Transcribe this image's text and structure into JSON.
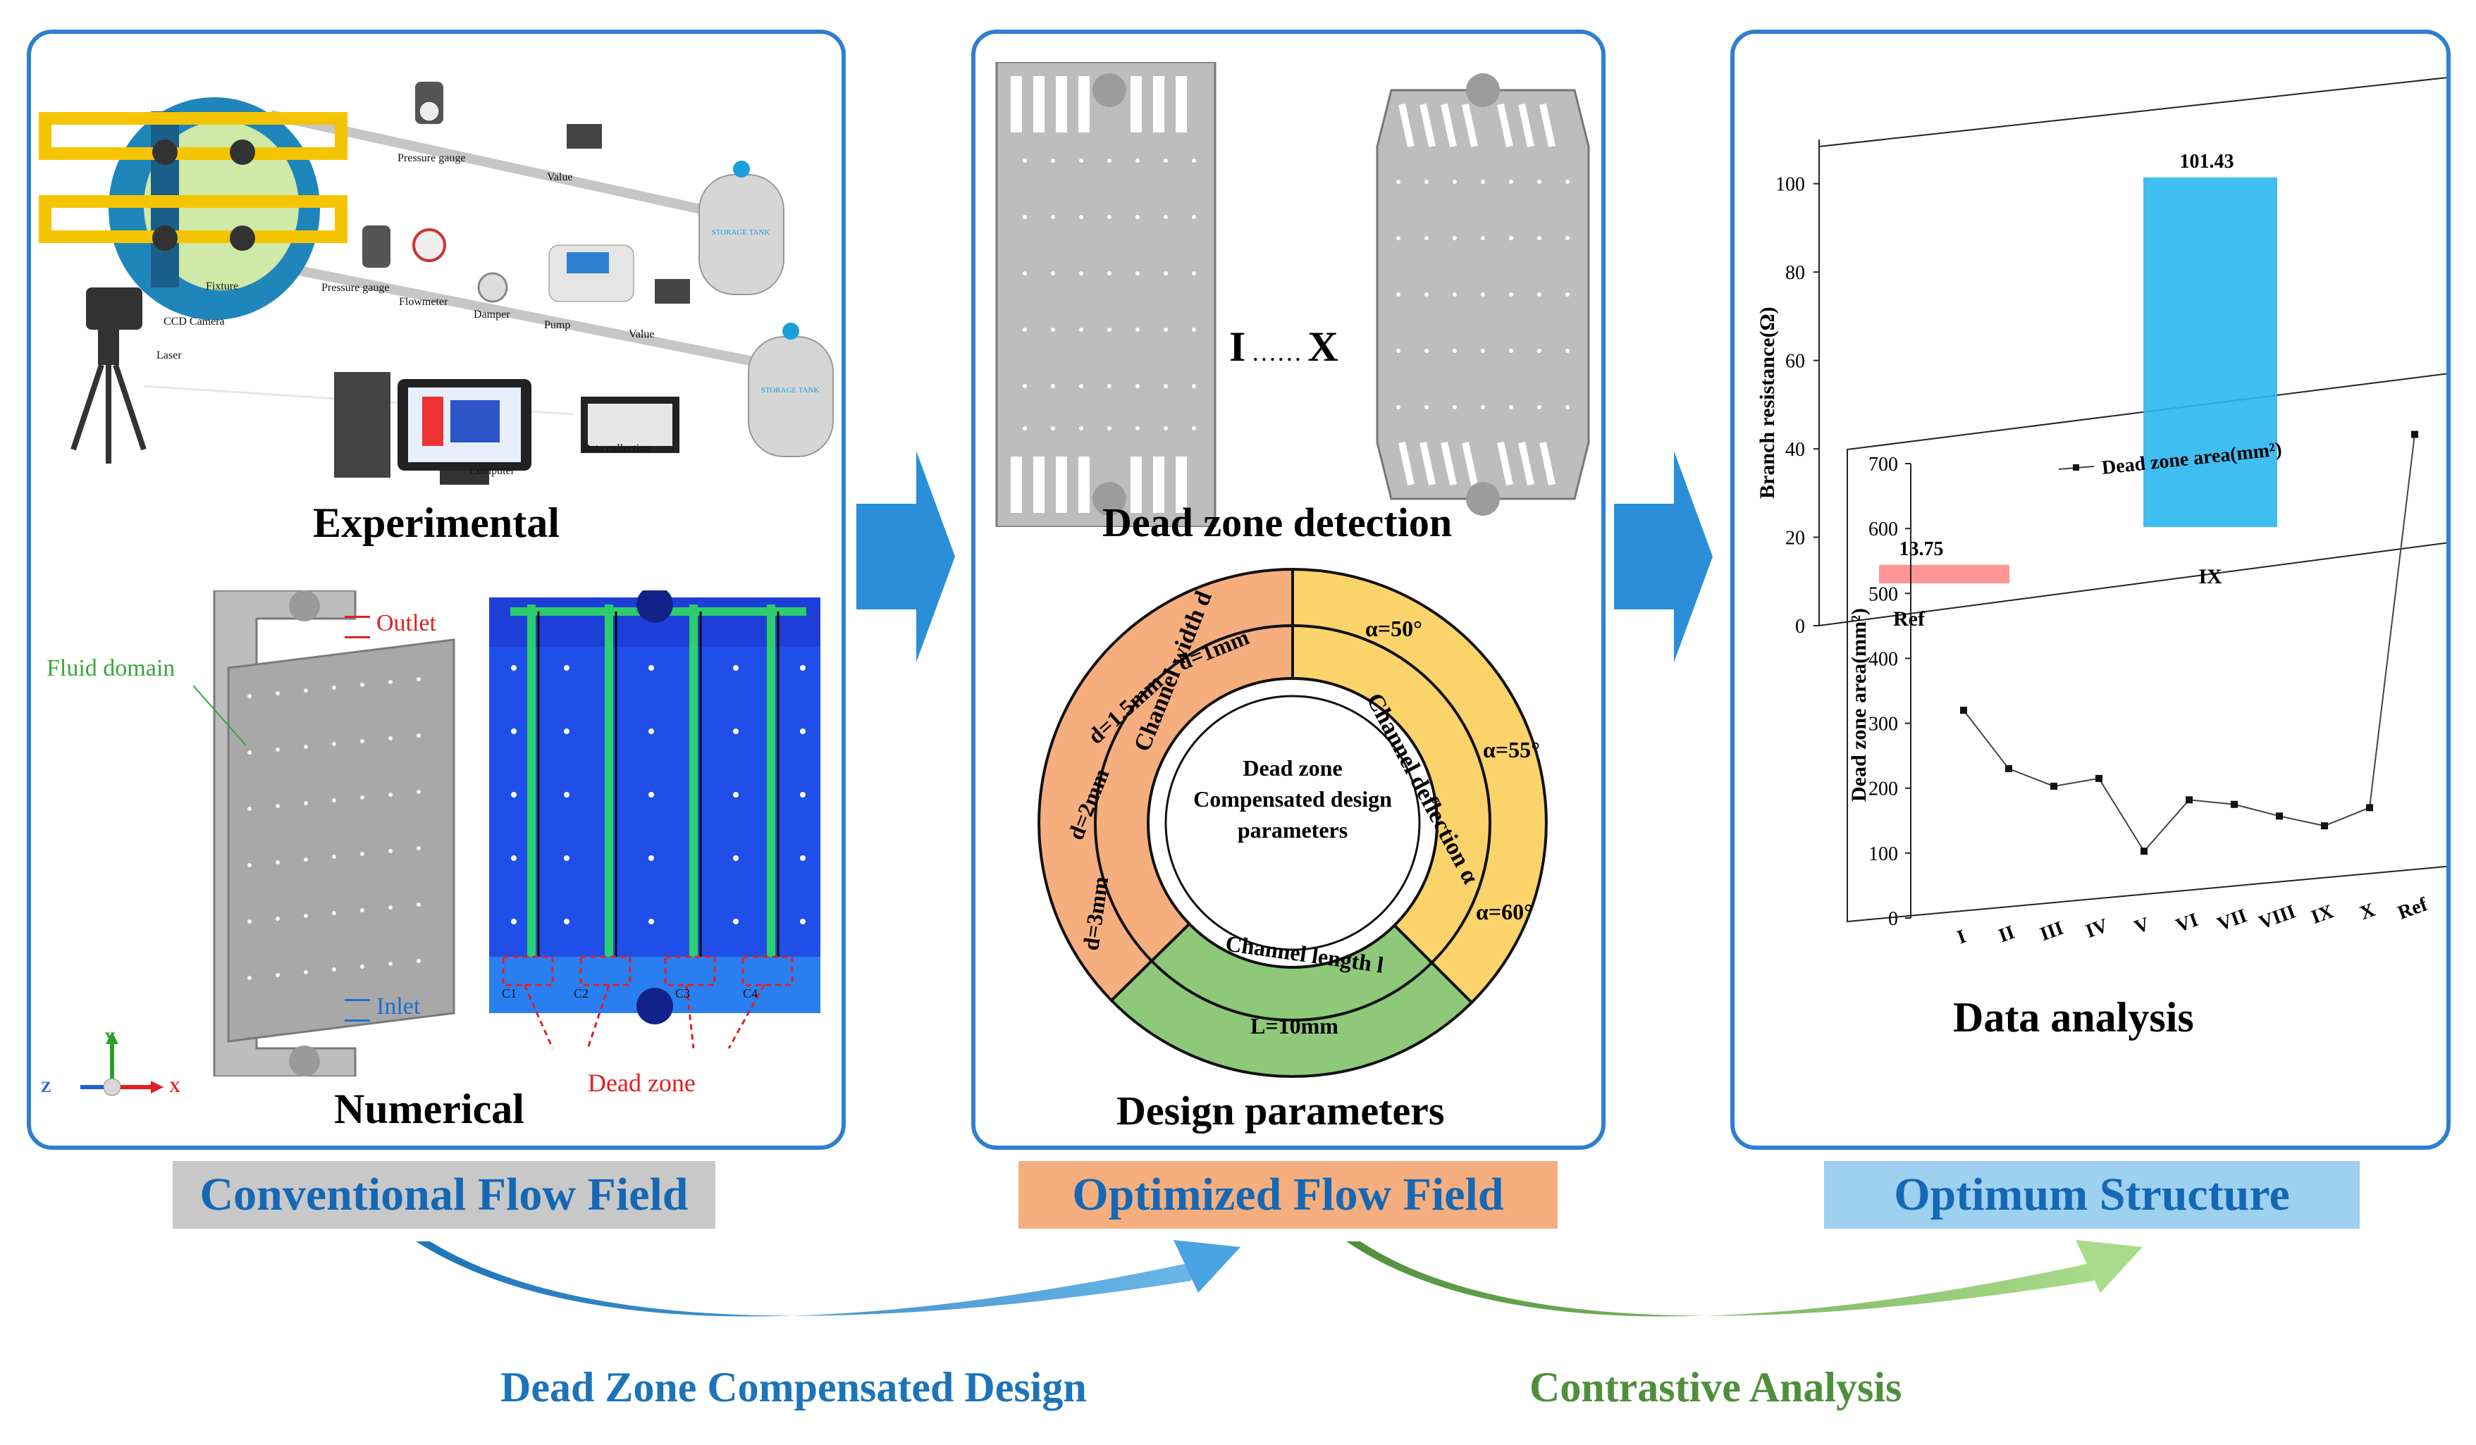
{
  "colors": {
    "panel_border": "#2f7fd0",
    "banner_conventional": "#c8c8c8",
    "banner_optimized": "#f6ae7e",
    "banner_optimum": "#9ed0ef",
    "banner_text": "#1468b5",
    "arrow_blue": "#2a8fd6",
    "ring_orange": "#f6ae7e",
    "ring_yellow": "#fbd36b",
    "ring_green": "#8ec97a",
    "bar_ref": "#ff8a8a",
    "bar_ix": "#2bb7ef",
    "curve_blue": "#1d74b8",
    "curve_green": "#5ea54a"
  },
  "panel_conventional": {
    "setup_labels": {
      "pressure_gauge_top": "Pressure gauge",
      "valve_top": "Value",
      "storage_tank_top": "STORAGE TANK",
      "fixture": "Fixture",
      "pressure_gauge_bottom": "Pressure gauge",
      "flowmeter": "Flowmeter",
      "damper": "Damper",
      "pump": "Pump",
      "valve_bottom": "Value",
      "ccd_camera": "CCD Camera",
      "laser": "Laser",
      "storage_tank_bottom": "STORAGE TANK",
      "computer": "Computer",
      "data_collection": "Data collection"
    },
    "experimental_title": "Experimental",
    "fluid_domain": "Fluid domain",
    "outlet": "Outlet",
    "inlet": "Inlet",
    "channel_labels": [
      "C1",
      "C2",
      "C3",
      "C4"
    ],
    "dead_zone": "Dead zone",
    "axes": {
      "y": "Y",
      "z": "Z",
      "x": "X"
    },
    "numerical_title": "Numerical"
  },
  "panel_optimized": {
    "range_left": "I",
    "range_dots": "……",
    "range_right": "X",
    "detection_title": "Dead zone detection",
    "center_text": [
      "Dead zone",
      "Compensated design",
      "parameters"
    ],
    "width_label": "Channel width d",
    "width_values": [
      "d=1mm",
      "d=1.5mm",
      "d=2mm",
      "d=3mm"
    ],
    "deflection_label": "Channel deflection α",
    "deflection_values": [
      "α=50°",
      "α=55°",
      "α=60°"
    ],
    "length_label": "Channel length l",
    "length_values": [
      "L=10mm"
    ],
    "design_title": "Design parameters"
  },
  "panel_optimum": {
    "title": "Data analysis"
  },
  "chart_data": {
    "type": "bar+line",
    "bar_axis": {
      "ylabel": "Branch resistance(Ω)",
      "ticks": [
        0,
        20,
        40,
        60,
        80,
        100
      ],
      "ylim": [
        0,
        110
      ],
      "categories": [
        "Ref",
        "IX"
      ],
      "values": [
        13.75,
        101.43
      ],
      "value_labels": [
        "13.75",
        "101.43"
      ]
    },
    "line_axis": {
      "ylabel": "Dead zone area(mm²)",
      "legend": "Dead zone area(mm²)",
      "ticks": [
        0,
        100,
        200,
        300,
        400,
        500,
        600,
        700
      ],
      "ylim": [
        0,
        700
      ],
      "categories": [
        "I",
        "II",
        "III",
        "IV",
        "V",
        "VI",
        "VII",
        "VIII",
        "IX",
        "X",
        "Ref"
      ],
      "values": [
        320,
        230,
        203,
        215,
        103,
        182,
        175,
        157,
        142,
        170,
        745
      ]
    }
  },
  "banners": {
    "conventional": "Conventional Flow Field",
    "optimized": "Optimized Flow Field",
    "optimum": "Optimum Structure"
  },
  "bottom": {
    "dead_zone_design": "Dead Zone Compensated Design",
    "contrastive": "Contrastive Analysis"
  }
}
